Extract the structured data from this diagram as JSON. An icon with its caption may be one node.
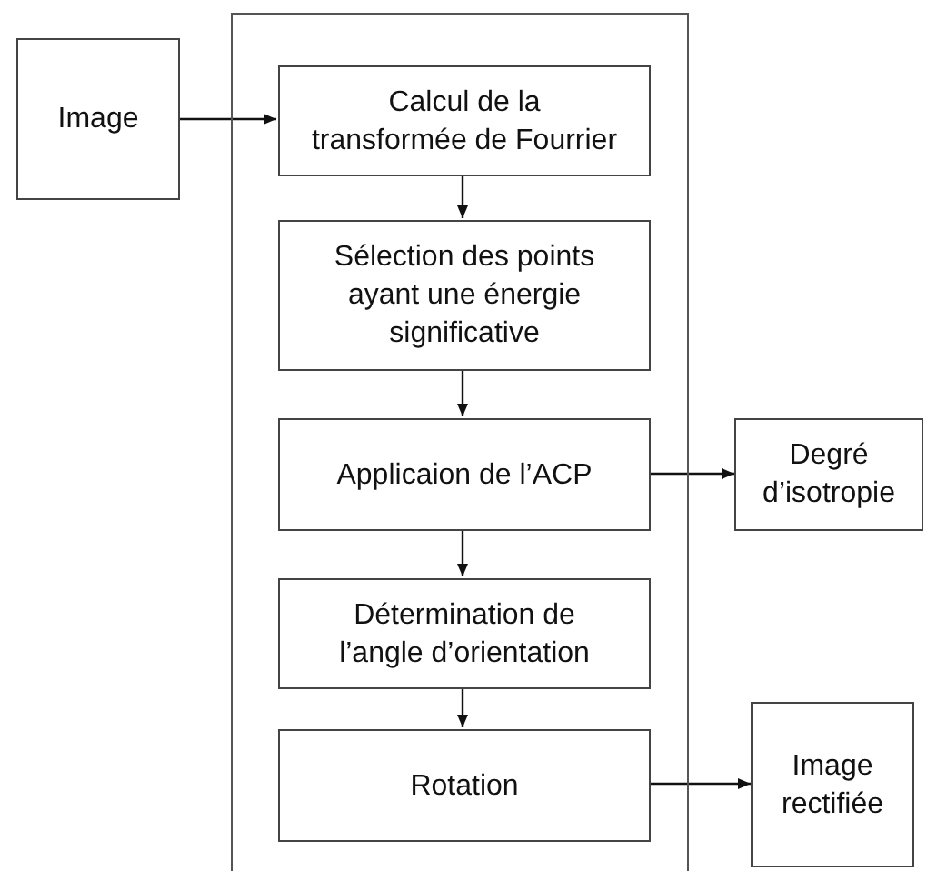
{
  "diagram": {
    "nodes": [
      {
        "text": [
          "Image"
        ]
      },
      {
        "text": [],
        "shape": "box"
      },
      {
        "text": [
          "Calcul de la transformée de Fourrier"
        ],
        "in": 1
      },
      {
        "text": [
          "Sélection des points ayant une énergie significative"
        ],
        "in": 1
      },
      {
        "text": [
          "Applicaion de l’ACP"
        ],
        "in": 1
      },
      {
        "text": [
          "Détermination de l’angle d’orientation"
        ],
        "in": 1
      },
      {
        "text": [
          "Rotation"
        ],
        "in": 1
      },
      {
        "text": [
          "Degré d’isotropie"
        ]
      },
      {
        "text": [
          "Image rectifiée"
        ]
      }
    ],
    "edges": [
      {
        "from": 0,
        "to": 2,
        "arrow": "to"
      },
      {
        "from": 2,
        "to": 3,
        "arrow": "to"
      },
      {
        "from": 3,
        "to": 4,
        "arrow": "to"
      },
      {
        "from": 4,
        "to": 5,
        "arrow": "to"
      },
      {
        "from": 5,
        "to": 6,
        "arrow": "to"
      },
      {
        "from": 4,
        "to": 7,
        "arrow": "to"
      },
      {
        "from": 6,
        "to": 8,
        "arrow": "to"
      }
    ]
  }
}
